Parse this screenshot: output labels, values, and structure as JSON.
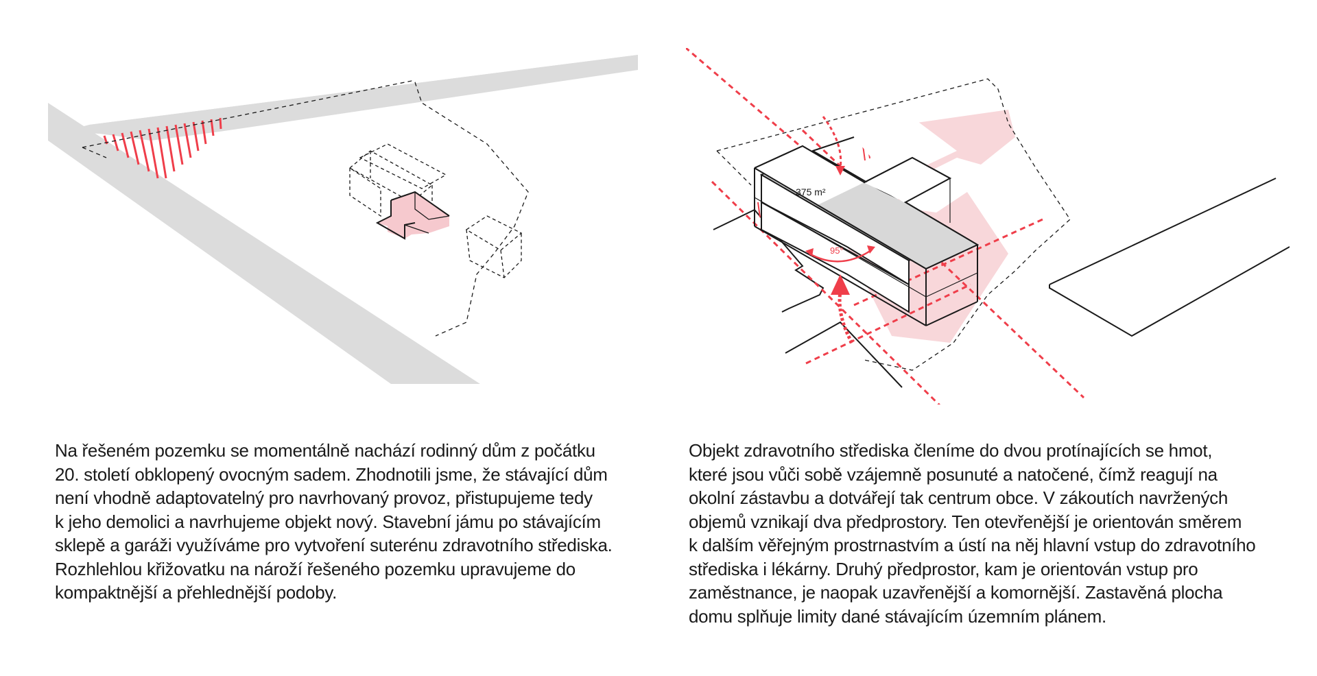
{
  "colors": {
    "accent_red": "#ef3e4a",
    "pink_fill": "#f6c9ce",
    "road_gray": "#dcdcdc",
    "mass_gray": "#d8d8d8",
    "line": "#1a1a1a"
  },
  "diagram_right": {
    "area_label": "375 m²",
    "angle_label": "95°"
  },
  "text_left": {
    "lines": [
      "Na řešeném pozemku se momentálně nachází rodinný dům z počátku",
      "20. století obklopený ovocným sadem. Zhodnotili jsme, že stávající dům",
      "není vhodně adaptovatelný pro navrhovaný provoz, přistupujeme tedy",
      "k jeho demolici a navrhujeme objekt nový. Stavební jámu po stávajícím",
      "sklepě a garáži využíváme pro vytvoření suterénu zdravotního střediska.",
      "Rozhlehlou křižovatku na nároží řešeného pozemku upravujeme do",
      "kompaktnější a přehlednější podoby."
    ]
  },
  "text_right": {
    "lines": [
      "Objekt zdravotního střediska členíme do dvou protínajících se hmot,",
      "které jsou vůči sobě vzájemně posunuté a natočené, čímž reagují na",
      "okolní zástavbu a dotvářejí tak centrum obce. V zákoutích navržených",
      "objemů vznikají dva předprostory. Ten otevřenější je orientován směrem",
      "k dalším věřejným prostrnastvím a ústí na něj hlavní vstup do zdravotního",
      "střediska i lékárny. Druhý předprostor, kam je orientován vstup pro",
      "zaměstnance,  je naopak uzavřenější a komornější. Zastavěná plocha",
      "domu splňuje limity dané stávajícím územním plánem."
    ]
  }
}
